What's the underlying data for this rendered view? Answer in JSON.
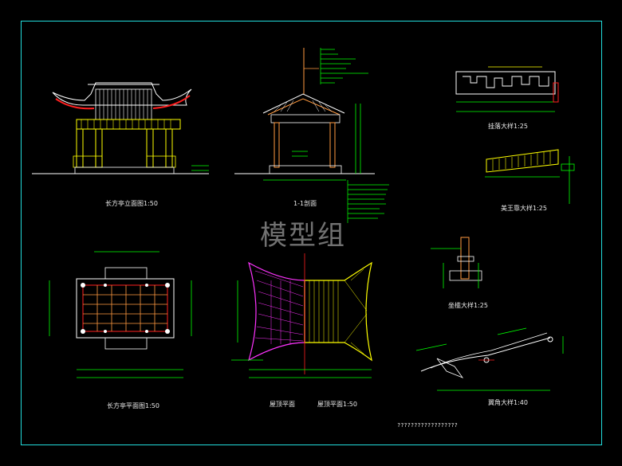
{
  "titles": {
    "elevation": "长方亭立面图1:50",
    "section": "1-1剖面",
    "railing": "挂落大样1:25",
    "bench": "美王靠大样1:25",
    "seat": "坐槛大样1:25",
    "plan": "长方亭平面图1:50",
    "roof_plan": "屋顶平面",
    "roof_plan_scale": "屋顶平面1:50",
    "eave": "翼角大样1:40"
  },
  "watermark": "模型组",
  "bottom_note": "??????????????????",
  "colors": {
    "frame": "#22dcdc",
    "yellow": "#ffff00",
    "green": "#00ff00",
    "magenta": "#ff33ff",
    "white": "#ffffff",
    "red": "#ff2020",
    "cyan": "#00ffff"
  }
}
